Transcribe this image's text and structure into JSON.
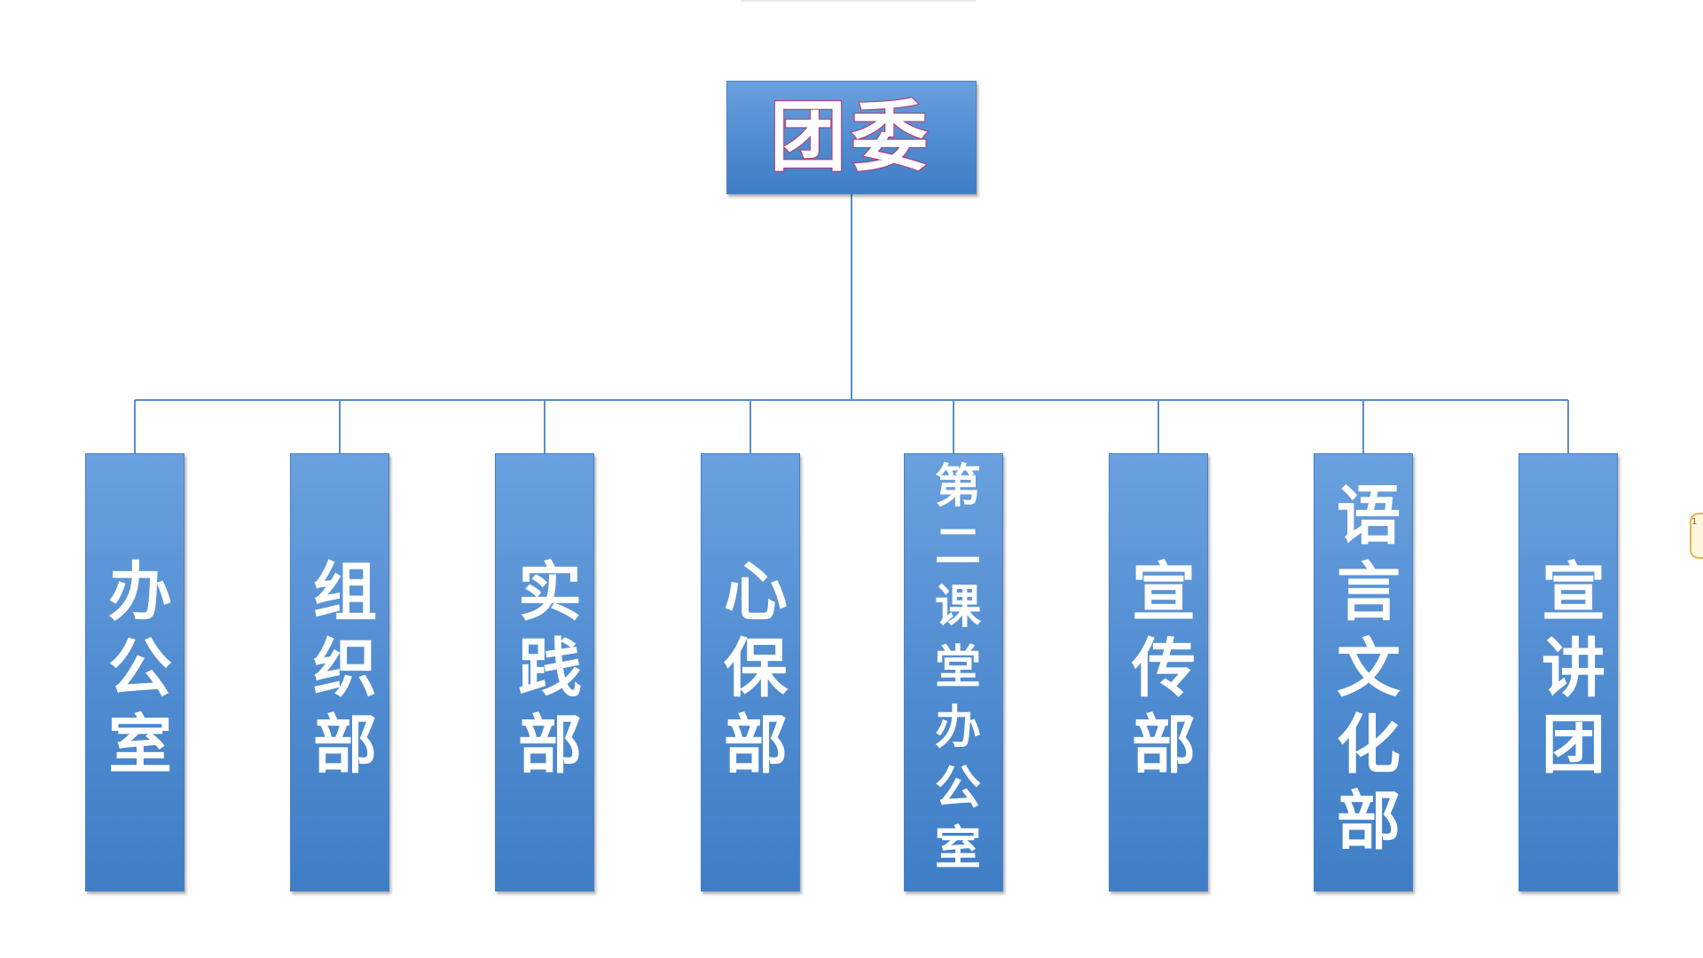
{
  "diagram": {
    "root": {
      "label": "团委"
    },
    "departments": [
      {
        "label": "办公室"
      },
      {
        "label": "组织部"
      },
      {
        "label": "实践部"
      },
      {
        "label": "心保部"
      },
      {
        "label": "第二课堂办公室"
      },
      {
        "label": "宣传部"
      },
      {
        "label": "语言文化部"
      },
      {
        "label": "宣讲团"
      }
    ],
    "colors": {
      "box_fill": "#4f8bd0",
      "box_text": "#ffffff",
      "root_text_outline": "#c0306a",
      "connector": "#5a8ec4"
    }
  },
  "edge_marker": {
    "text": "1"
  }
}
